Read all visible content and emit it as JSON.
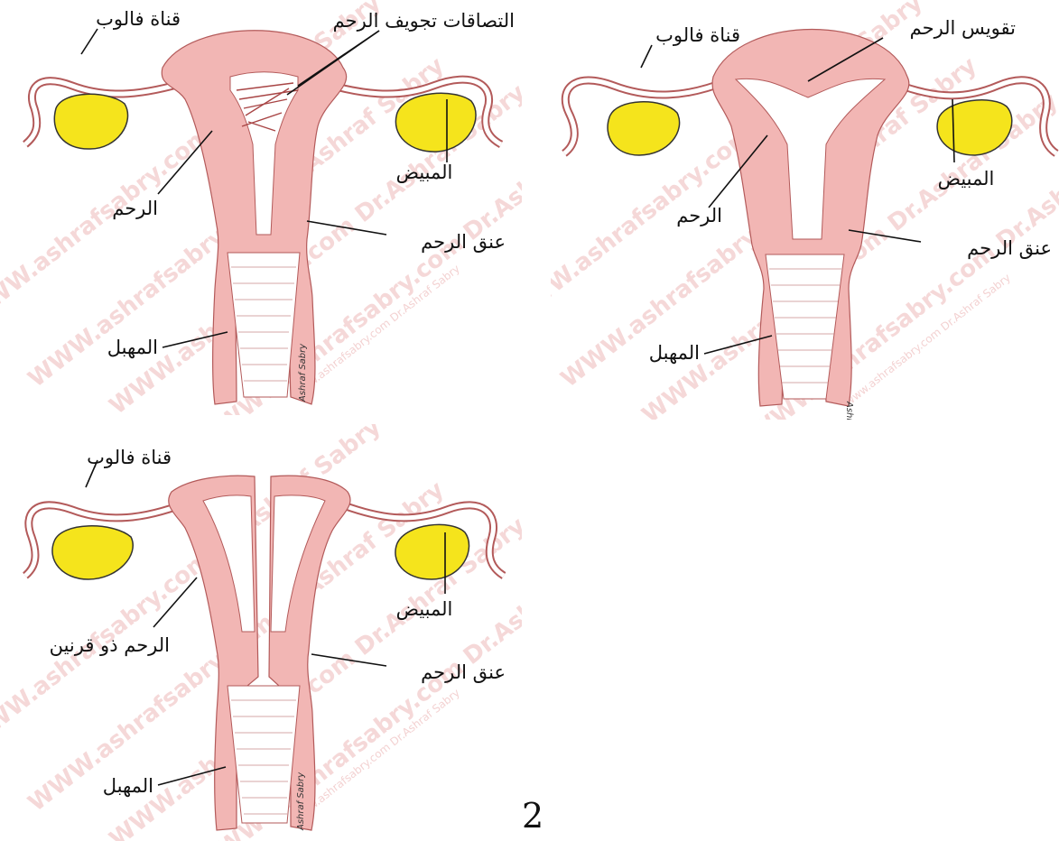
{
  "watermark": "WWW.ashrafsabry.com Dr.Ashraf Sabry",
  "watermark_small": "www.ashrafsabry.com Dr.Ashraf Sabry",
  "signature": "Ashraf Sabry",
  "colors": {
    "uterus": "#f2b6b4",
    "ovary": "#f5e41c",
    "outline": "#b35a5a",
    "line": "#111111"
  },
  "page_number": "2",
  "panels": {
    "adhesions": {
      "tube": "قناة فالوب",
      "adhesions": "التصاقات تجويف الرحم",
      "uterus": "الرحم",
      "ovary": "المبيض",
      "cervix": "عنق الرحم",
      "vagina": "المهبل"
    },
    "arcuate": {
      "tube": "قناة فالوب",
      "arcuate": "تقويس الرحم",
      "uterus": "الرحم",
      "ovary": "المبيض",
      "cervix": "عنق الرحم",
      "vagina": "المهبل"
    },
    "bicornuate": {
      "tube": "قناة فالوب",
      "uterus": "الرحم ذو قرنين",
      "ovary": "المبيض",
      "cervix": "عنق الرحم",
      "vagina": "المهبل"
    }
  }
}
